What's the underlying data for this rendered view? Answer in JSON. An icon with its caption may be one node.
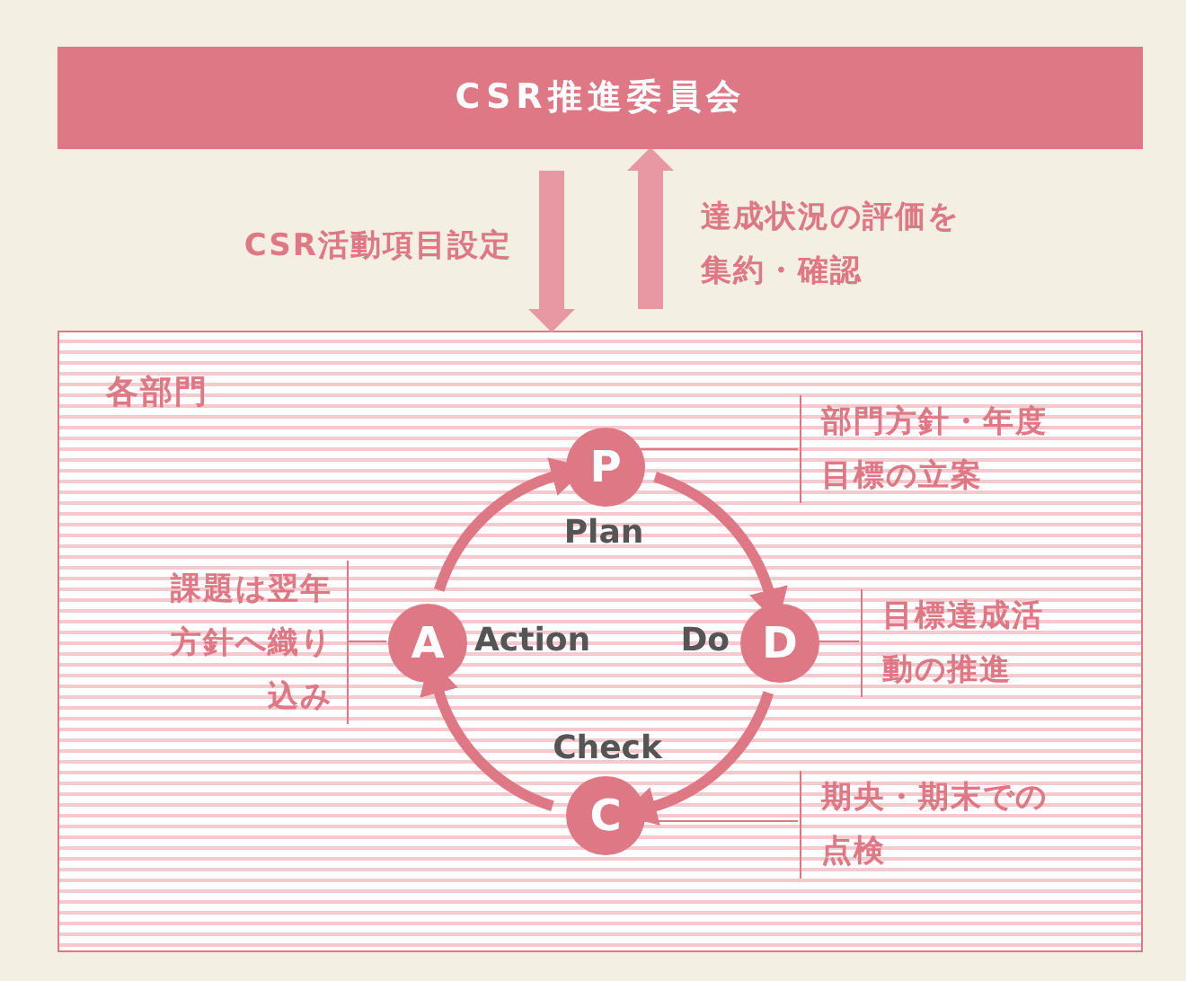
{
  "diagram": {
    "nodes": [
      {
        "text": [
          "CSR推進委員会"
        ]
      },
      {
        "text": [
          "各部門"
        ]
      },
      {
        "text": [
          "P"
        ],
        "in": 1,
        "beside": [
          "Plan"
        ]
      },
      {
        "text": [
          "D"
        ],
        "in": 1,
        "beside": [
          "Do"
        ]
      },
      {
        "text": [
          "C"
        ],
        "in": 1,
        "beside": [
          "Check"
        ]
      },
      {
        "text": [
          "A"
        ],
        "in": 1,
        "beside": [
          "Action"
        ]
      },
      {
        "text": [
          "部門方針・年度目標の立案"
        ],
        "in": 1
      },
      {
        "text": [
          "目標達成活動の推進"
        ],
        "in": 1
      },
      {
        "text": [
          "期央・期末での点検"
        ],
        "in": 1
      },
      {
        "text": [
          "課題は翌年方針へ織り込み"
        ],
        "in": 1
      }
    ],
    "edges": [
      {
        "from": 0,
        "to": 1,
        "arrow": "to",
        "label": "CSR活動項目設定",
        "style": "thick"
      },
      {
        "from": 1,
        "to": 0,
        "arrow": "to",
        "label": "達成状況の評価を集約・確認",
        "style": "thick"
      },
      {
        "from": 2,
        "to": 3,
        "arrow": "to"
      },
      {
        "from": 3,
        "to": 4,
        "arrow": "to"
      },
      {
        "from": 4,
        "to": 5,
        "arrow": "to"
      },
      {
        "from": 5,
        "to": 2,
        "arrow": "to"
      },
      {
        "from": 6,
        "to": 2,
        "arrow": "none"
      },
      {
        "from": 7,
        "to": 3,
        "arrow": "none"
      },
      {
        "from": 8,
        "to": 4,
        "arrow": "none"
      },
      {
        "from": 9,
        "to": 5,
        "arrow": "none"
      }
    ]
  }
}
